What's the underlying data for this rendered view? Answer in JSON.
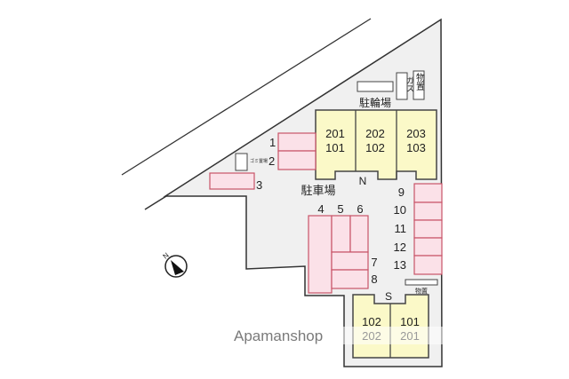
{
  "map": {
    "compass_label": "N",
    "bike_parking_label": "駐輪場",
    "gas_label": "ガス",
    "storage_label": "物置",
    "storage_small_label": "物置",
    "garbage_label": "ゴミ置場",
    "parking_label": "駐車場",
    "north_building_label": "N",
    "south_building_label": "S",
    "north_building_units": [
      {
        "upper": "201",
        "lower": "101"
      },
      {
        "upper": "202",
        "lower": "102"
      },
      {
        "upper": "203",
        "lower": "103"
      }
    ],
    "south_building_units": [
      {
        "upper": "102",
        "lower": "202"
      },
      {
        "upper": "101",
        "lower": "201"
      }
    ],
    "parking_spaces": [
      "1",
      "2",
      "3",
      "4",
      "5",
      "6",
      "7",
      "8",
      "9",
      "10",
      "11",
      "12",
      "13"
    ],
    "watermark": "Apamanshop"
  }
}
